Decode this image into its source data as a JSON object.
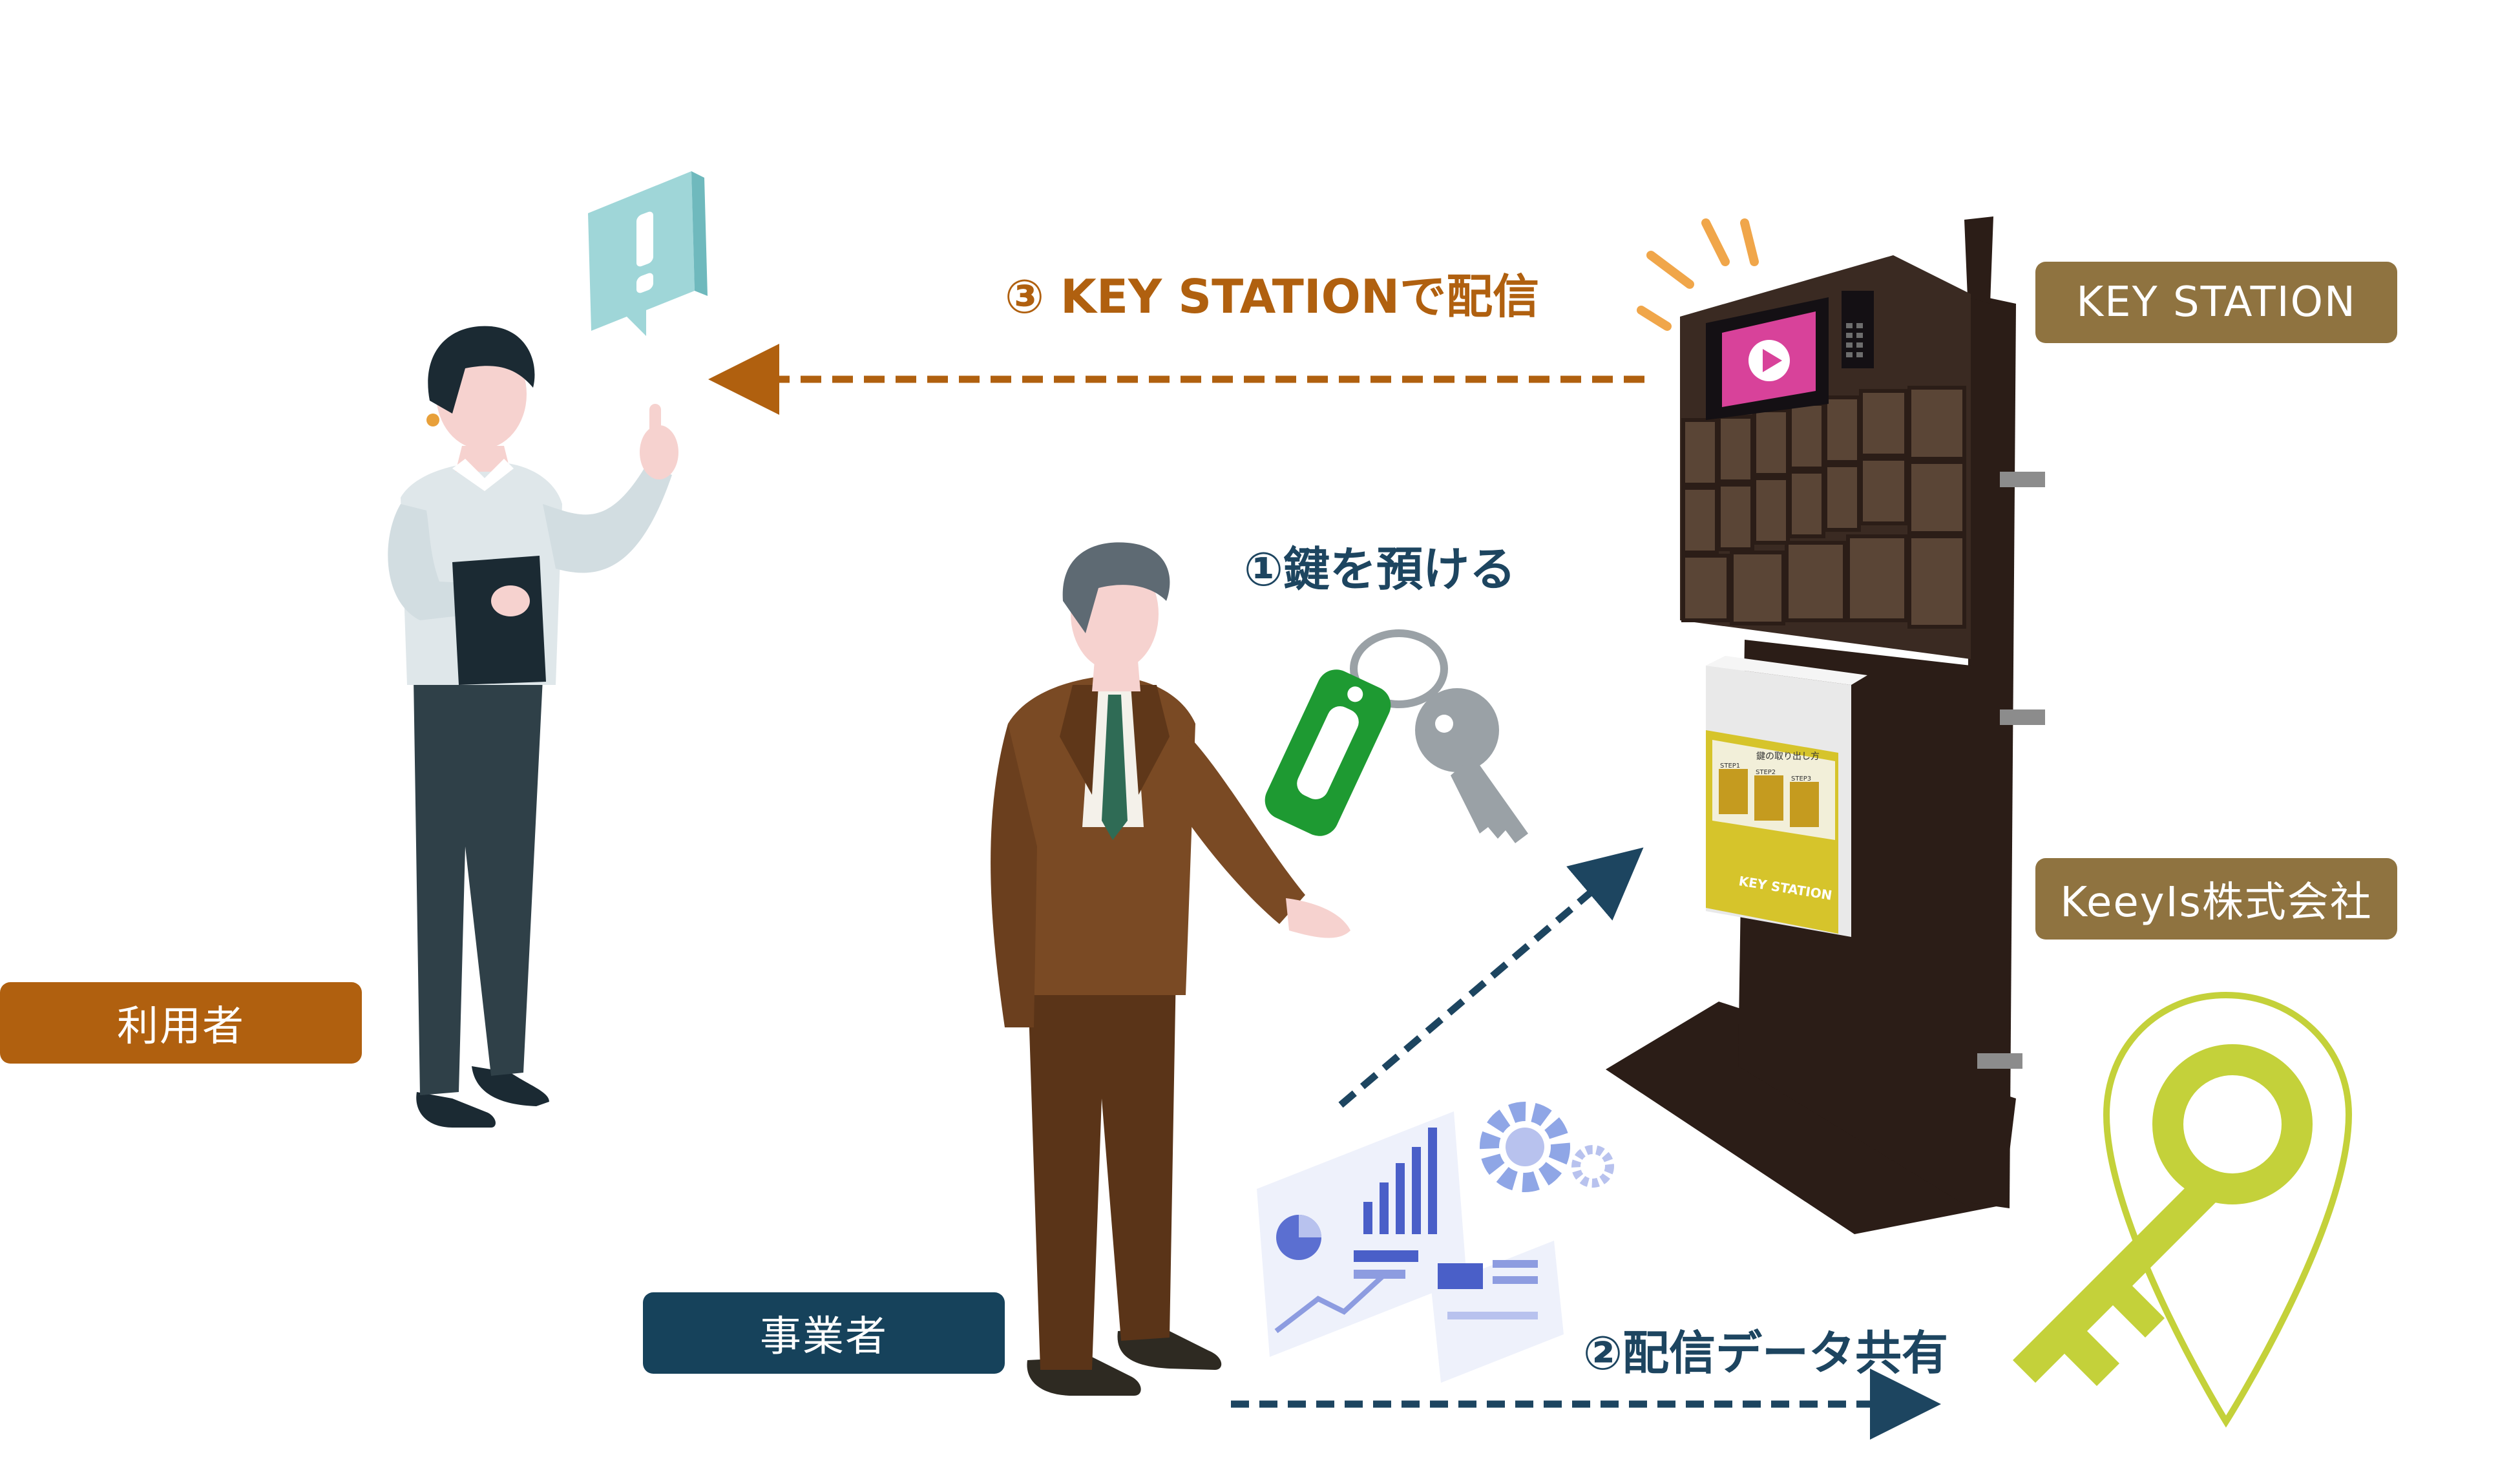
{
  "labels": {
    "user": "利用者",
    "business": "事業者",
    "key_station": "KEY STATION",
    "keeyls": "KeeyIs株式会社"
  },
  "steps": {
    "step1": "①鍵を預ける",
    "step2": "②配信データ共有",
    "step3": "③ KEY STATIONで配信"
  },
  "kiosk": {
    "panel_title": "鍵の取り出し方",
    "step_labels": [
      "STEP1",
      "STEP2",
      "STEP3"
    ],
    "panel_brand": "KEY STATION"
  },
  "colors": {
    "user_label": "#b0600f",
    "business_label": "#16425b",
    "brand_label": "#8f7340",
    "arrow_orange": "#b0600f",
    "arrow_navy": "#1d4560",
    "keeyls_logo": "#c4d13a",
    "kiosk_body": "#3a2a22"
  },
  "icons": [
    "notification-icon",
    "key-icon",
    "dashboard-icon",
    "gear-icon",
    "keeyls-logo-icon",
    "play-icon"
  ]
}
